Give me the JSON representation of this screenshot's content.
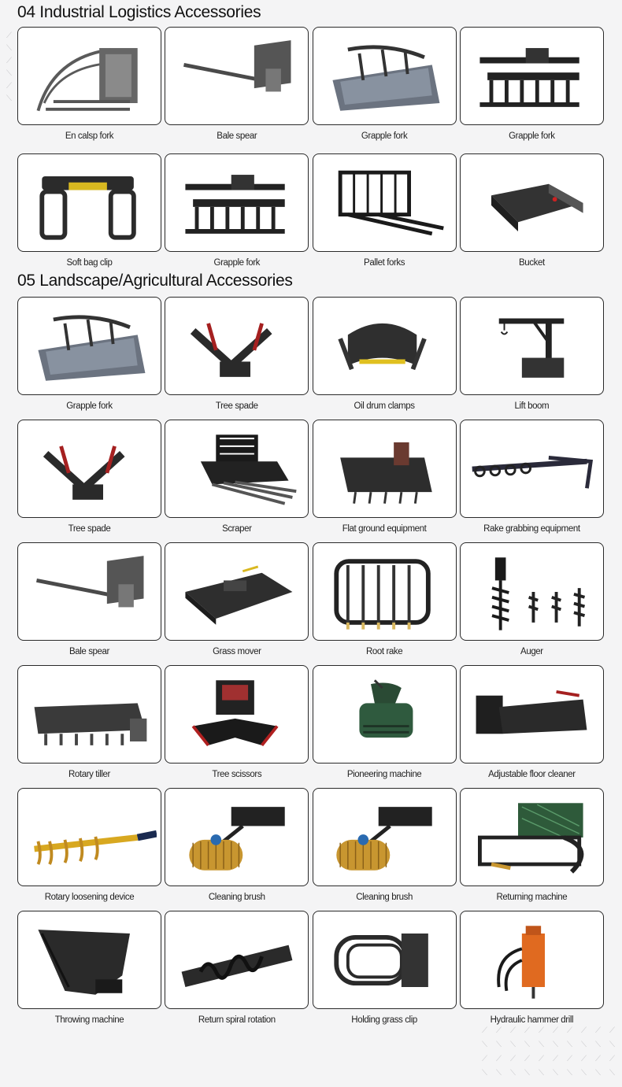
{
  "sections": [
    {
      "title": "04 Industrial Logistics Accessories",
      "items": [
        {
          "label": "En calsp fork",
          "icon": "bale-clamp-fork-icon"
        },
        {
          "label": "Bale spear",
          "icon": "bale-spear-icon"
        },
        {
          "label": "Grapple fork",
          "icon": "grapple-bucket-icon"
        },
        {
          "label": "Grapple fork",
          "icon": "grapple-fork-icon"
        },
        {
          "label": "Soft bag clip",
          "icon": "soft-bag-clip-icon"
        },
        {
          "label": "Grapple fork",
          "icon": "grapple-fork-icon"
        },
        {
          "label": "Pallet forks",
          "icon": "pallet-forks-icon"
        },
        {
          "label": "Bucket",
          "icon": "bucket-icon"
        }
      ]
    },
    {
      "title": "05 Landscape/Agricultural Accessories",
      "items": [
        {
          "label": "Grapple fork",
          "icon": "grapple-bucket-icon"
        },
        {
          "label": "Tree spade",
          "icon": "tree-spade-icon"
        },
        {
          "label": "Oil drum clamps",
          "icon": "drum-clamp-icon"
        },
        {
          "label": "Lift boom",
          "icon": "lift-boom-icon"
        },
        {
          "label": "Tree spade",
          "icon": "tree-spade-icon"
        },
        {
          "label": "Scraper",
          "icon": "scraper-icon"
        },
        {
          "label": "Flat ground equipment",
          "icon": "box-blade-icon"
        },
        {
          "label": "Rake grabbing equipment",
          "icon": "rake-icon"
        },
        {
          "label": "Bale spear",
          "icon": "bale-spear-icon"
        },
        {
          "label": "Grass mover",
          "icon": "mower-icon"
        },
        {
          "label": "Root rake",
          "icon": "root-rake-icon"
        },
        {
          "label": "Auger",
          "icon": "auger-icon"
        },
        {
          "label": "Rotary tiller",
          "icon": "tiller-icon"
        },
        {
          "label": "Tree scissors",
          "icon": "tree-shear-icon"
        },
        {
          "label": "Pioneering machine",
          "icon": "mulcher-icon"
        },
        {
          "label": "Adjustable floor cleaner",
          "icon": "grader-icon"
        },
        {
          "label": "Rotary loosening device",
          "icon": "rotary-loosener-icon"
        },
        {
          "label": "Cleaning brush",
          "icon": "brush-icon"
        },
        {
          "label": "Cleaning brush",
          "icon": "brush-icon"
        },
        {
          "label": "Returning machine",
          "icon": "windrow-turner-icon"
        },
        {
          "label": "Throwing machine",
          "icon": "hopper-icon"
        },
        {
          "label": "Return spiral rotation",
          "icon": "spiral-auger-icon"
        },
        {
          "label": "Holding grass clip",
          "icon": "bale-clip-icon"
        },
        {
          "label": "Hydraulic hammer drill",
          "icon": "hammer-drill-icon"
        }
      ]
    }
  ]
}
